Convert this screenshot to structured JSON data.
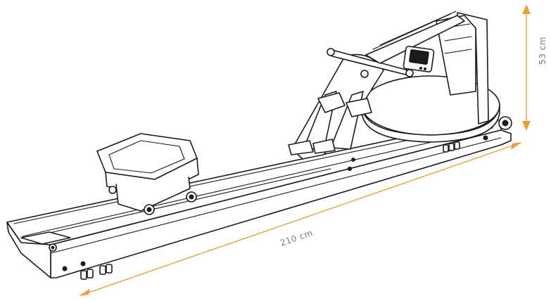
{
  "dimensions": {
    "length_label": "210 cm",
    "height_label": "53 cm"
  },
  "colors": {
    "dimension_arrow": "#E8A13A",
    "dimension_text": "#7A7A7A",
    "outline": "#1A1A1A",
    "background": "#FFFFFF"
  },
  "icons": {
    "arrow_head": "triangle-arrowhead"
  }
}
